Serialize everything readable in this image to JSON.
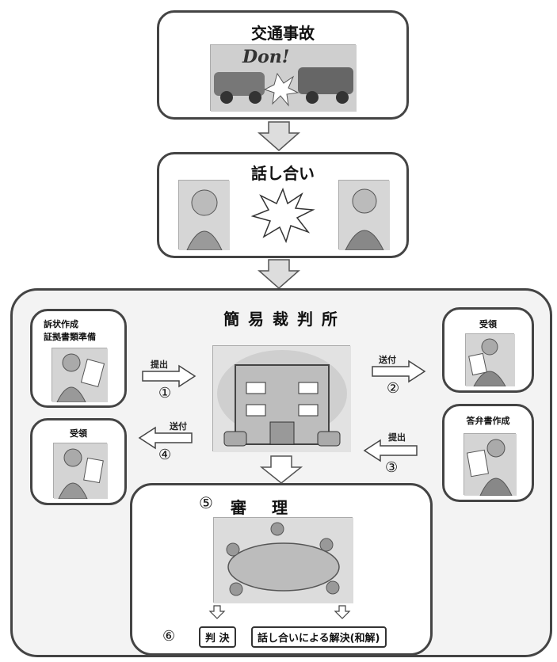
{
  "top": {
    "title": "交通事故",
    "pic_text": "Don!"
  },
  "talk": {
    "title": "話し合い"
  },
  "court": {
    "title": "簡 易 裁 判 所"
  },
  "plaintiff_prep": {
    "line1": "訴状作成",
    "line2": "証拠書類準備"
  },
  "plaintiff_receive": {
    "title": "受領"
  },
  "defendant_receive": {
    "title": "受領"
  },
  "defendant_answer": {
    "title": "答弁書作成"
  },
  "arrows": {
    "a1": {
      "label": "提出",
      "num": "①"
    },
    "a2": {
      "label": "送付",
      "num": "②"
    },
    "a3": {
      "label": "提出",
      "num": "③"
    },
    "a4": {
      "label": "送付",
      "num": "④"
    }
  },
  "hearing": {
    "num": "⑤",
    "title": "審　理",
    "result_num": "⑥",
    "judgment": "判 決",
    "settlement": "話し合いによる解決(和解)"
  }
}
